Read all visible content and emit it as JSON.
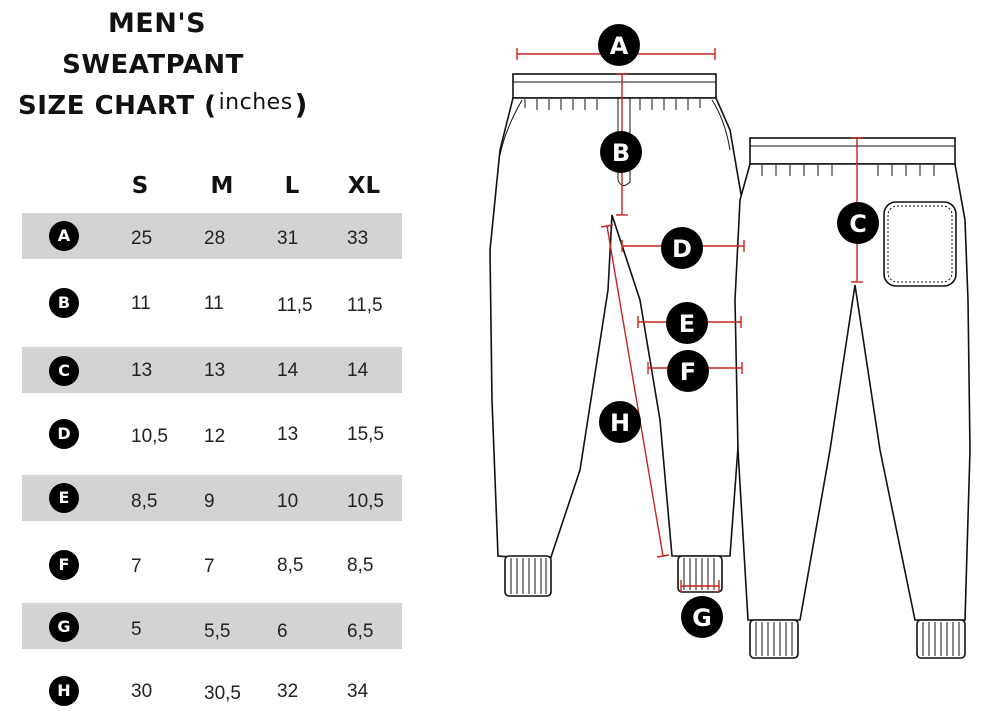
{
  "title": {
    "line1": "MEN'S",
    "line2": "SWEATPANT",
    "line3_main": "SIZE CHART (",
    "line3_unit": "inches",
    "line3_close": ")"
  },
  "sizes": [
    "S",
    "M",
    "L",
    "XL"
  ],
  "rows": [
    {
      "code": "A",
      "values": [
        "25",
        "28",
        "31",
        "33"
      ]
    },
    {
      "code": "B",
      "values": [
        "11",
        "11",
        "11,5",
        "11,5"
      ]
    },
    {
      "code": "C",
      "values": [
        "13",
        "13",
        "14",
        "14"
      ]
    },
    {
      "code": "D",
      "values": [
        "10,5",
        "12",
        "13",
        "15,5"
      ]
    },
    {
      "code": "E",
      "values": [
        "8,5",
        "9",
        "10",
        "10,5"
      ]
    },
    {
      "code": "F",
      "values": [
        "7",
        "7",
        "8,5",
        "8,5"
      ]
    },
    {
      "code": "G",
      "values": [
        "5",
        "5,5",
        "6",
        "6,5"
      ]
    },
    {
      "code": "H",
      "values": [
        "30",
        "30,5",
        "32",
        "34"
      ]
    }
  ],
  "diagram_labels": {
    "a": "A",
    "b": "B",
    "c": "C",
    "d": "D",
    "e": "E",
    "f": "F",
    "g": "G",
    "h": "H"
  },
  "colors": {
    "dimension_line": "#c8231e",
    "row_shade": "#d3d3d3",
    "badge": "#000000"
  }
}
